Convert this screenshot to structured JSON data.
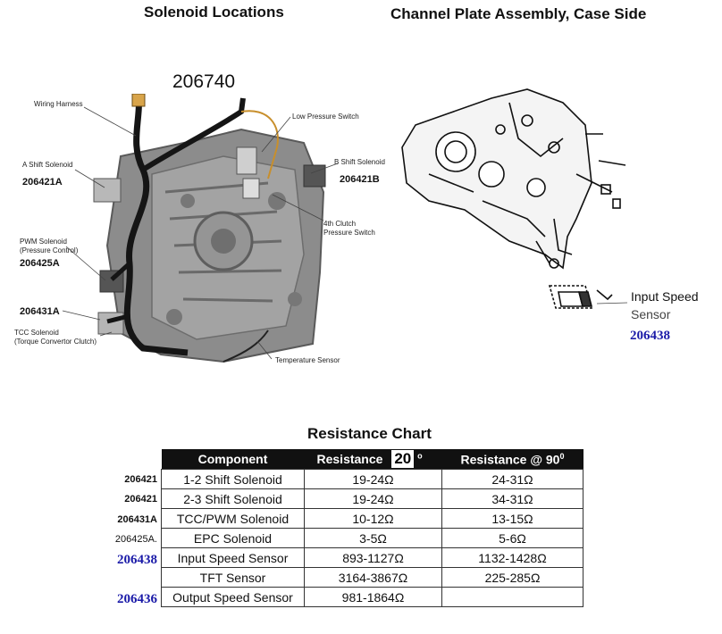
{
  "left_panel": {
    "title": "Solenoid Locations",
    "model_number": "206740",
    "labels": {
      "wiring_harness": "Wiring Harness",
      "low_pressure_switch": "Low Pressure Switch",
      "a_shift_solenoid": "A Shift Solenoid",
      "a_part": "206421A",
      "b_shift_solenoid": "B Shift Solenoid",
      "b_part": "206421B",
      "clutch_switch_line1": "4th  Clutch",
      "clutch_switch_line2": "Pressure Switch",
      "pwm_line1": "PWM Solenoid",
      "pwm_line2": "(Pressure Control)",
      "pwm_part": "206425A",
      "tcc_part": "206431A",
      "tcc_line1": "TCC Solenoid",
      "tcc_line2": "(Torque Convertor Clutch)",
      "temperature_sensor": "Temperature Sensor"
    }
  },
  "right_panel": {
    "title": "Channel Plate Assembly, Case Side",
    "input_speed_line1": "Input Speed",
    "input_speed_line2": "Sensor",
    "input_speed_part": "206438"
  },
  "resistance_chart": {
    "title": "Resistance Chart",
    "headers": {
      "component": "Component",
      "resistance_cold": "Resistance",
      "cold_temp": "20",
      "degree": "o",
      "resistance_hot": "Resistance @  90",
      "hot_degree": "0"
    },
    "rows": [
      {
        "part": "206421",
        "component": "1-2 Shift Solenoid",
        "r20": "19-24Ω",
        "r90": "24-31Ω"
      },
      {
        "part": "206421",
        "component": "2-3 Shift Solenoid",
        "r20": "19-24Ω",
        "r90": "34-31Ω"
      },
      {
        "part": "206431A",
        "component": "TCC/PWM Solenoid",
        "r20": "10-12Ω",
        "r90": "13-15Ω"
      },
      {
        "part": "206425A.",
        "component": "EPC Solenoid",
        "r20": "3-5Ω",
        "r90": "5-6Ω"
      },
      {
        "part": "206438",
        "component": "Input Speed Sensor",
        "r20": "893-1127Ω",
        "r90": "1132-1428Ω"
      },
      {
        "part": "",
        "component": "TFT Sensor",
        "r20": "3164-3867Ω",
        "r90": "225-285Ω"
      },
      {
        "part": "206436",
        "component": "Output Speed Sensor",
        "r20": "981-1864Ω",
        "r90": ""
      }
    ]
  }
}
